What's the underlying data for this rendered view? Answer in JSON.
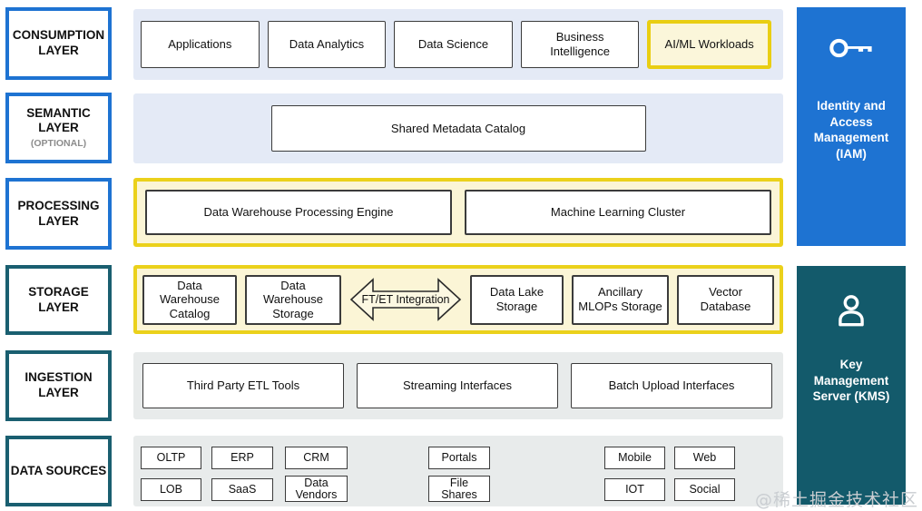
{
  "left_layers": [
    {
      "label": "CONSUMPTION LAYER"
    },
    {
      "label": "SEMANTIC LAYER",
      "sublabel": "(OPTIONAL)"
    },
    {
      "label": "PROCESSING LAYER"
    },
    {
      "label": "STORAGE LAYER"
    },
    {
      "label": "INGESTION LAYER"
    },
    {
      "label": "DATA SOURCES"
    }
  ],
  "consumption_row": {
    "items": [
      "Applications",
      "Data Analytics",
      "Data Science",
      "Business Intelligence",
      "AI/ML Workloads"
    ]
  },
  "semantic_row": {
    "catalog": "Shared Metadata Catalog"
  },
  "processing_row": {
    "engine": "Data Warehouse Processing Engine",
    "cluster": "Machine Learning Cluster"
  },
  "storage_row": {
    "warehouse_catalog": "Data Warehouse Catalog",
    "warehouse_storage": "Data Warehouse Storage",
    "integration_arrow": "FT/ET Integration",
    "data_lake": "Data Lake Storage",
    "mlops": "Ancillary MLOPs Storage",
    "vector_db": "Vector Database"
  },
  "ingestion_row": {
    "items": [
      "Third Party ETL Tools",
      "Streaming Interfaces",
      "Batch Upload Interfaces"
    ]
  },
  "sources_row": {
    "row1": [
      "OLTP",
      "ERP",
      "CRM",
      "Portals",
      "Mobile",
      "Web"
    ],
    "row2": [
      "LOB",
      "SaaS",
      "Data Vendors",
      "File Shares",
      "IOT",
      "Social"
    ]
  },
  "side_panels": {
    "iam": {
      "label": "Identity and Access Management (IAM)",
      "icon": "key-icon",
      "color": "#1E73D2"
    },
    "kms": {
      "label": "Key Management Server (KMS)",
      "icon": "person-icon",
      "color": "#135A6B"
    }
  },
  "colors": {
    "accent_blue": "#1E73D2",
    "accent_teal": "#1A5F70",
    "highlight_yellow_border": "#EBD11B",
    "highlight_yellow_fill": "#FBF5D6",
    "band_blue": "#E4EAF6",
    "band_gray": "#E8EBEB"
  },
  "watermark": "@稀土掘金技术社区"
}
